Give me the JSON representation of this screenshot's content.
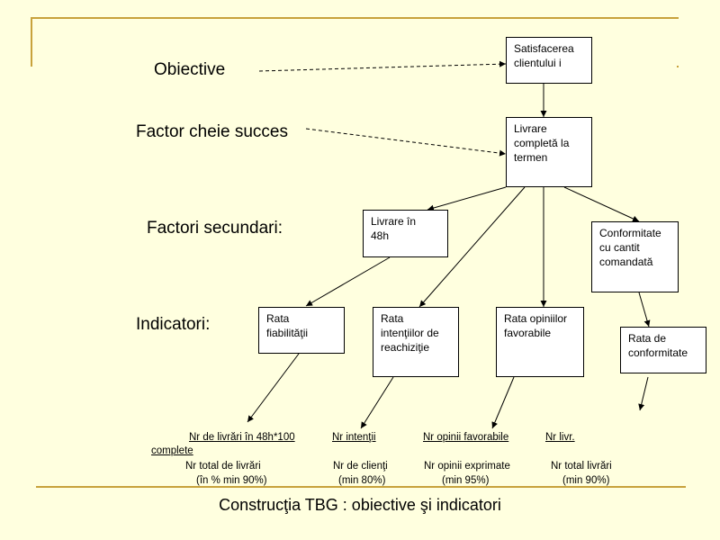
{
  "labels": {
    "obiective": "Obiective",
    "factor_cheie": "Factor cheie succes",
    "factori_secundari": "Factori secundari:",
    "indicatori": "Indicatori:"
  },
  "boxes": {
    "satisfacerea": "Satisfacerea\nclientului i",
    "livrare_completa": "Livrare\ncompletă la\ntermen",
    "livrare_48h": "Livrare în\n48h",
    "conformitate": "Conformitate\ncu cantit\ncomandată",
    "rata_fiabilitatii": "Rata\nfiabilităţii",
    "rata_intentiilor": "Rata\nintenţiilor de\nreachiziţie",
    "rata_opiniilor": "Rata opiniilor\nfavorabile",
    "rata_conformitate": "Rata de\nconformitate"
  },
  "formulas": {
    "f1": {
      "num_a": "Nr de livrări în 48h*100",
      "num_b": "complete",
      "den": "Nr total de livrări",
      "note": "(în % min 90%)"
    },
    "f2": {
      "num": "Nr intenţii",
      "den": "Nr de clienţi",
      "note": "(min 80%)"
    },
    "f3": {
      "num": "Nr opinii favorabile",
      "den": "Nr opinii exprimate",
      "note": "(min 95%)"
    },
    "f4": {
      "num": "Nr livr.",
      "den": "Nr total livrări",
      "note": "(min 90%)"
    }
  },
  "caption": "Construcţia TBG : obiective şi indicatori",
  "colors": {
    "background": "#ffffdf",
    "accent": "#c8a23c"
  }
}
